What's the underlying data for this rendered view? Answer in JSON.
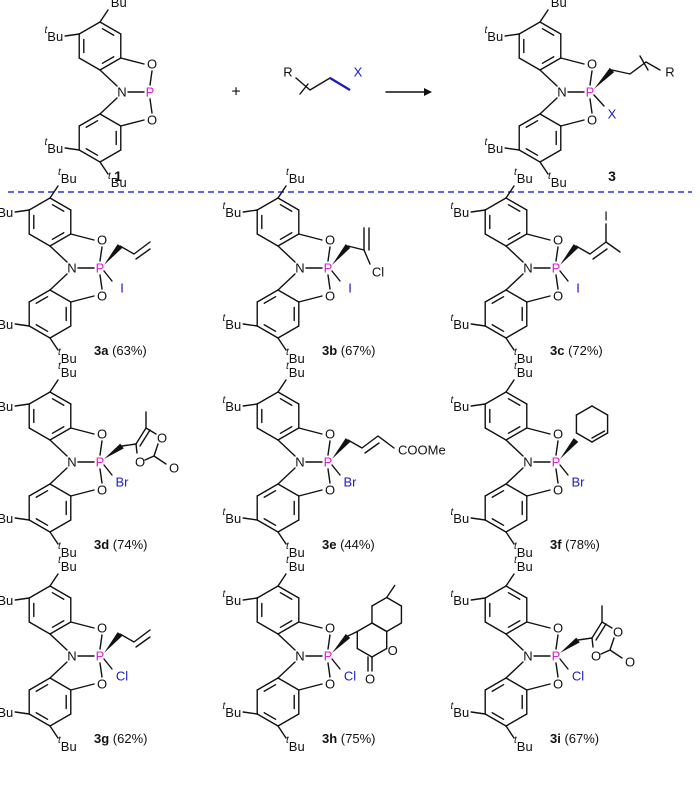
{
  "labels": {
    "tBu_t": "t",
    "tBu_rest": "Bu",
    "N": "N",
    "P": "P",
    "O": "O",
    "R": "R",
    "X": "X",
    "Cl": "Cl",
    "I": "I",
    "Br": "Br",
    "COOMe": "COOMe",
    "plus": "+"
  },
  "reaction": {
    "reactant_number": "1",
    "product_number": "3"
  },
  "compounds": [
    {
      "id": "3a",
      "yield": "(63%)",
      "halide": "I"
    },
    {
      "id": "3b",
      "yield": "(67%)",
      "halide": "I"
    },
    {
      "id": "3c",
      "yield": "(72%)",
      "halide": "I"
    },
    {
      "id": "3d",
      "yield": "(74%)",
      "halide": "Br"
    },
    {
      "id": "3e",
      "yield": "(44%)",
      "halide": "Br"
    },
    {
      "id": "3f",
      "yield": "(78%)",
      "halide": "Br"
    },
    {
      "id": "3g",
      "yield": "(62%)",
      "halide": "Cl"
    },
    {
      "id": "3h",
      "yield": "(75%)",
      "halide": "Cl"
    },
    {
      "id": "3i",
      "yield": "(67%)",
      "halide": "Cl"
    }
  ],
  "colors": {
    "phosphorus": "#e31dd1",
    "halide": "#1b1bc9",
    "separator": "#2a34d6"
  }
}
